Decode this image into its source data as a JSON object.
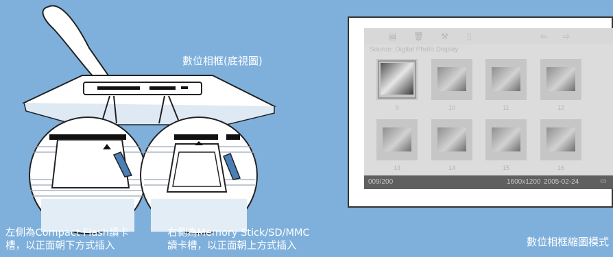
{
  "labels": {
    "frame_bottom_view": "數位相框(底視圖)",
    "left_slot_caption_line1": "左側為Compact Flash讀卡",
    "left_slot_caption_line2": "槽，以正面朝下方式插入",
    "right_slot_caption_line1": "右側為Memory Stick/SD/MMC",
    "right_slot_caption_line2": "讀卡槽，以正面朝上方式插入",
    "thumbnail_mode": "數位相框縮圖模式"
  },
  "screen": {
    "source": "Source: Digital Photo Display",
    "toolbar_icons": [
      "menu-icon",
      "trash-icon",
      "tools-icon",
      "document-icon",
      "arrow-left-icon",
      "arrow-right-icon"
    ],
    "thumbnails": [
      {
        "number": "9",
        "selected": true
      },
      {
        "number": "10",
        "selected": false
      },
      {
        "number": "11",
        "selected": false
      },
      {
        "number": "12",
        "selected": false
      },
      {
        "number": "13",
        "selected": false
      },
      {
        "number": "14",
        "selected": false
      },
      {
        "number": "15",
        "selected": false
      },
      {
        "number": "16",
        "selected": false
      }
    ],
    "status": {
      "count": "009/200",
      "resolution": "1600x1200",
      "date": "2005-02-24"
    }
  },
  "colors": {
    "background": "#7fb0dc",
    "screen_bg": "#dcdcdc",
    "statusbar": "#5f5f5f"
  }
}
